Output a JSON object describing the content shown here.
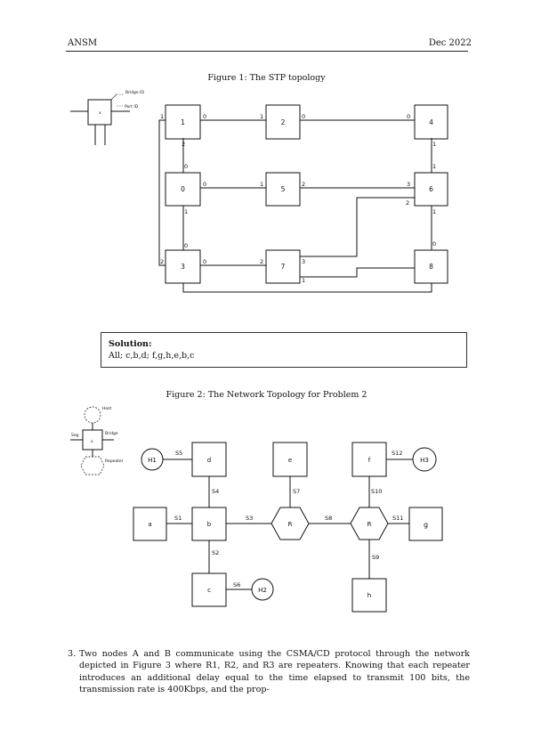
{
  "header": {
    "left": "ANSM",
    "right": "Dec 2022"
  },
  "figure1": {
    "caption": "Figure 1: The STP topology",
    "legend": {
      "upper": "Bridge ID",
      "right": "Port ID",
      "center": "x"
    },
    "switches": [
      "1",
      "2",
      "4",
      "0",
      "5",
      "6",
      "3",
      "7",
      "8"
    ],
    "ports": [
      "1",
      "0",
      "1",
      "0",
      "0",
      "2",
      "0",
      "1",
      "1",
      "0",
      "1",
      "2",
      "3",
      "2",
      "1",
      "0",
      "1",
      "0",
      "2",
      "0",
      "2",
      "3",
      "1"
    ]
  },
  "solution": {
    "title": "Solution:",
    "text": "All; c,b,d; f,g,h,e,b,c"
  },
  "figure2": {
    "caption": "Figure 2: The Network Topology for Problem 2",
    "legend": {
      "top": "Host",
      "right": "Bridge",
      "bottom": "Repeater",
      "left": "Seg",
      "center": "x"
    },
    "hosts": [
      "H1",
      "H2",
      "H3"
    ],
    "bridges": [
      "d",
      "e",
      "f",
      "a",
      "b",
      "g",
      "c",
      "h"
    ],
    "repeaters": [
      "R",
      "R"
    ],
    "segments": [
      "S5",
      "S12",
      "S4",
      "S7",
      "S10",
      "S1",
      "S3",
      "S8",
      "S11",
      "S2",
      "S9",
      "S6"
    ]
  },
  "problem3": {
    "number": "3.",
    "text": "Two nodes A and B communicate using the CSMA/CD protocol through the network depicted in Figure 3 where R1, R2, and R3 are repeaters. Knowing that each repeater introduces an additional delay equal to the time elapsed to transmit 100 bits, the transmission rate is 400Kbps, and the prop-"
  }
}
